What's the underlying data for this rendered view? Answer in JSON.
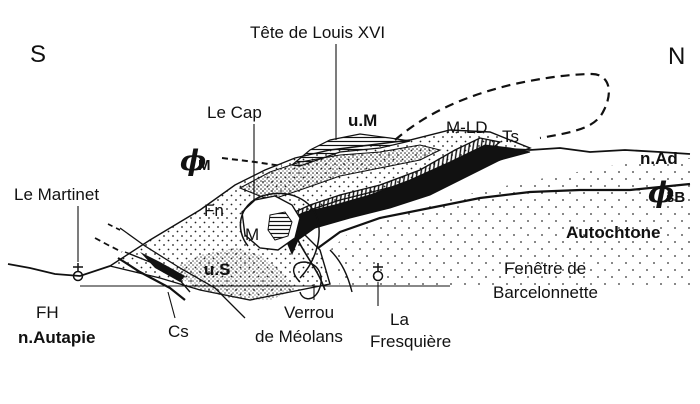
{
  "orientation": {
    "south": "S",
    "north": "N"
  },
  "labels": {
    "tete_de_louis": "Tête de Louis XVI",
    "le_cap": "Le Cap",
    "um": "u.M",
    "m_ld": "M-LD",
    "ts": "Ts",
    "phi_m_symbol": "ϕ",
    "phi_m_sub": "M",
    "n_ad": "n.Ad",
    "phi_sb_symbol": "ϕ",
    "phi_sb_sub": "sB",
    "autochtone": "Autochtone",
    "le_martinet": "Le Martinet",
    "fn": "Fn",
    "m_core": "M",
    "us": "u.S",
    "fenetre_line1": "Fenêtre de",
    "fenetre_line2": "Barcelonnette",
    "fh": "FH",
    "n_autapie": "n.Autapie",
    "cs": "Cs",
    "verrou_line1": "Verrou",
    "verrou_line2": "de Méolans",
    "la_fresquiere_line1": "La",
    "la_fresquiere_line2": "Fresquière"
  }
}
